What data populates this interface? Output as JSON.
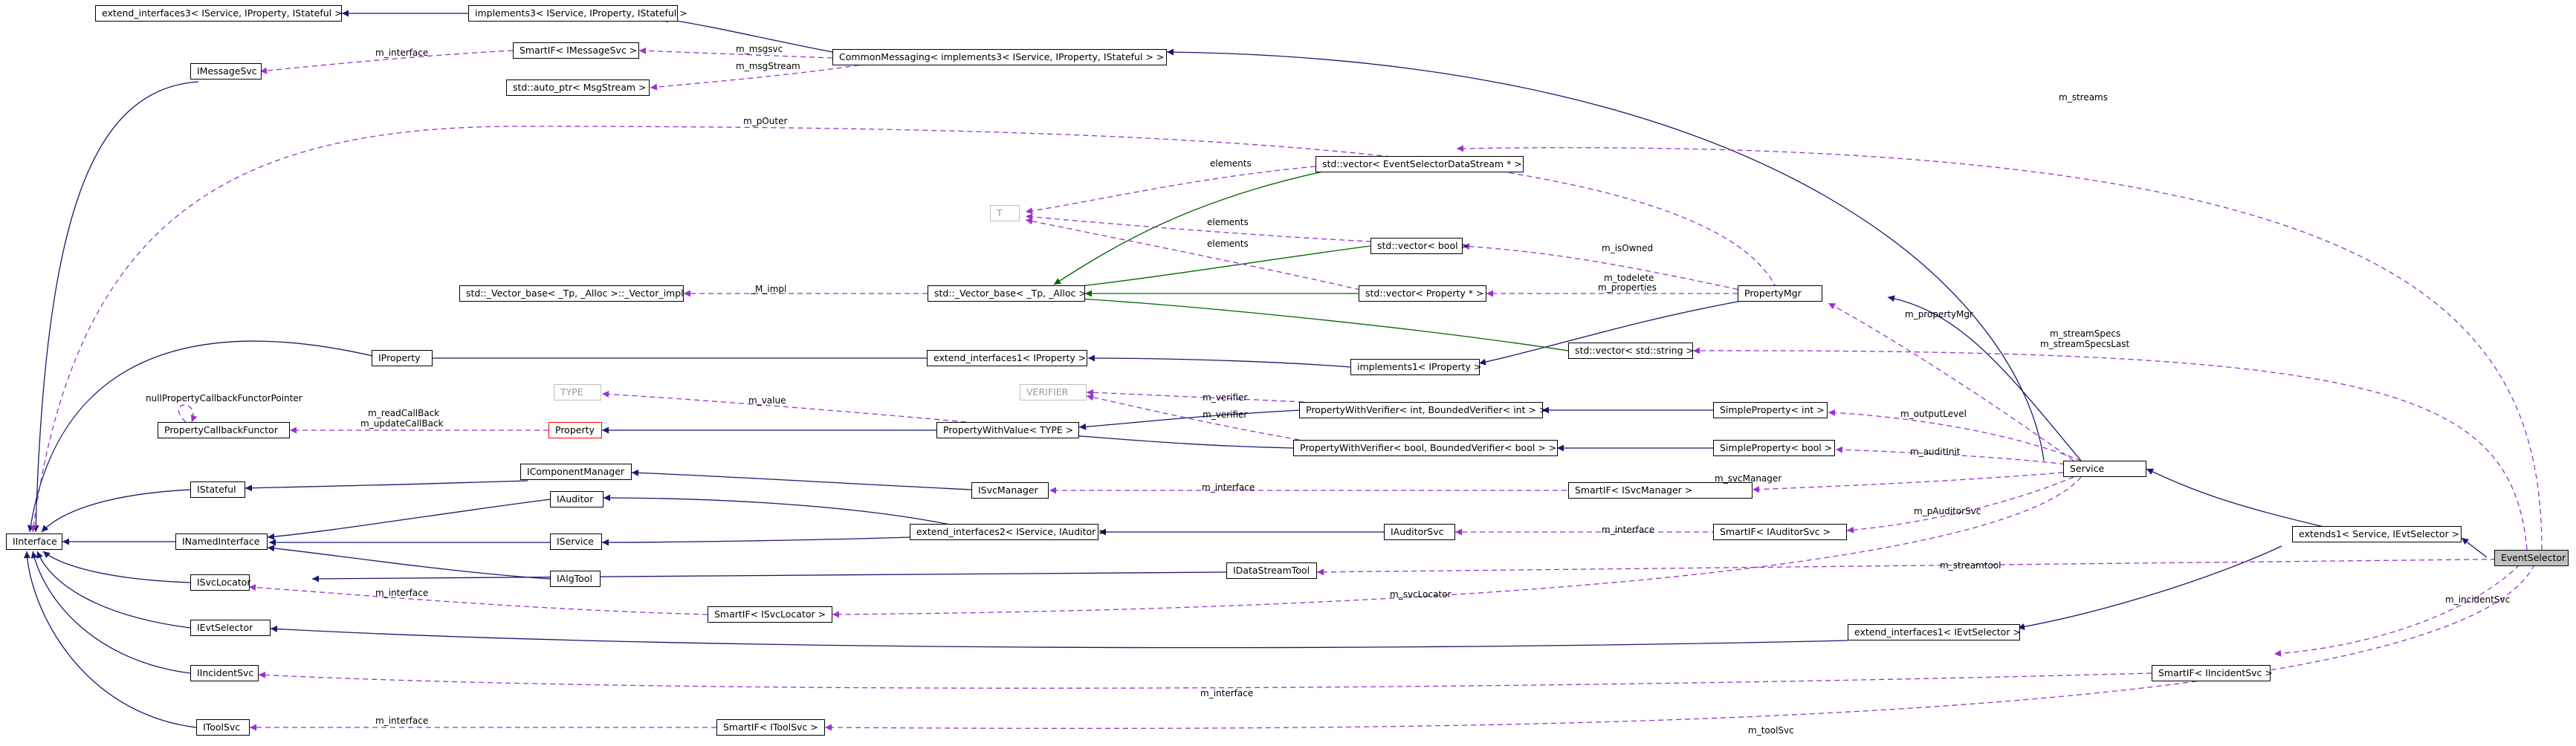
{
  "diagram": {
    "nodes": {
      "ext3": "extend_interfaces3< IService, IProperty, IStateful >",
      "impl3": "implements3< IService, IProperty, IStateful >",
      "imsgsvc": "IMessageSvc",
      "smart_imsg": "SmartIF< IMessageSvc >",
      "commsg": "CommonMessaging< implements3< IService, IProperty, IStateful > >",
      "autoptr": "std::auto_ptr< MsgStream >",
      "vec_evt": "std::vector< EventSelectorDataStream * >",
      "T": "T",
      "vec_bool": "std::vector< bool >",
      "vecbase_impl": "std::_Vector_base< _Tp, _Alloc >::_Vector_impl",
      "vecbase": "std::_Vector_base< _Tp, _Alloc >",
      "vec_prop": "std::vector< Property * >",
      "propmgr": "PropertyMgr",
      "iproperty": "IProperty",
      "ext1_iprop": "extend_interfaces1< IProperty >",
      "impl1_iprop": "implements1< IProperty >",
      "vec_string": "std::vector< std::string >",
      "type": "TYPE",
      "verifier": "VERIFIER",
      "pwv_int": "PropertyWithVerifier< int, BoundedVerifier< int > >",
      "simple_int": "SimpleProperty< int >",
      "pcbf": "PropertyCallbackFunctor",
      "property": "Property",
      "pwv_type": "PropertyWithValue< TYPE >",
      "pwv_bool": "PropertyWithVerifier< bool, BoundedVerifier< bool > >",
      "simple_bool": "SimpleProperty< bool >",
      "istateful": "IStateful",
      "icompmgr": "IComponentManager",
      "isvcmgr": "ISvcManager",
      "smart_isvcmgr": "SmartIF< ISvcManager >",
      "service": "Service",
      "iinterface": "IInterface",
      "inamed": "INamedInterface",
      "iauditor": "IAuditor",
      "iservice": "IService",
      "ext2": "extend_interfaces2< IService, IAuditor >",
      "iauditorsvc": "IAuditorSvc",
      "smart_iaud": "SmartIF< IAuditorSvc >",
      "ext1_svc": "extends1< Service, IEvtSelector >",
      "eventselector": "EventSelector",
      "isvcloc": "ISvcLocator",
      "ialgtool": "IAlgTool",
      "idst": "IDataStreamTool",
      "smart_isvcloc": "SmartIF< ISvcLocator >",
      "ievtsel": "IEvtSelector",
      "ext1_ievt": "extend_interfaces1< IEvtSelector >",
      "iincident": "IIncidentSvc",
      "smart_iinc": "SmartIF< IIncidentSvc >",
      "itoolsvc": "IToolSvc",
      "smart_itool": "SmartIF< IToolSvc >"
    },
    "edge_labels": {
      "m_interface_msg": "m_interface",
      "m_msgsvc": "m_msgsvc",
      "m_msgstream": "m_msgStream",
      "m_streams": "m_streams",
      "m_pouter": "m_pOuter",
      "elements_vec": "elements",
      "elements_bool": "elements",
      "elements_prop": "elements",
      "m_isowned": "m_isOwned",
      "m_todelete": "m_todelete",
      "m_properties": "m_properties",
      "m_impl": "_M_impl",
      "m_propertymgr": "m_propertyMgr",
      "m_streamspecs": "m_streamSpecs",
      "m_streamspecslast": "m_streamSpecsLast",
      "nullcb": "nullPropertyCallbackFunctorPointer",
      "m_readcallback": "m_readCallBack",
      "m_updatecallback": "m_updateCallBack",
      "m_value": "m_value",
      "m_verifier_int": "m_verifier",
      "m_verifier_bool": "m_verifier",
      "m_outputlevel": "m_outputLevel",
      "m_auditinit": "m_auditInit",
      "m_interface_svcmgr": "m_interface",
      "m_svcmanager": "m_svcManager",
      "m_interface_aud": "m_interface",
      "m_pauditorsvc": "m_pAuditorSvc",
      "m_streamtool": "m_streamtool",
      "m_svclocator": "m_svcLocator",
      "m_interface_loc": "m_interface",
      "m_incidentsvc": "m_incidentSvc",
      "m_interface_inc": "m_interface",
      "m_interface_tool": "m_interface",
      "m_toolsvc": "m_toolSvc"
    },
    "colors": {
      "inheritance": "#191970",
      "template": "#006400",
      "usage": "#9a32cd",
      "grey_border": "#bfbfbf",
      "undocumented": "#ff0000",
      "focus_fill": "#bfbfbf"
    }
  }
}
